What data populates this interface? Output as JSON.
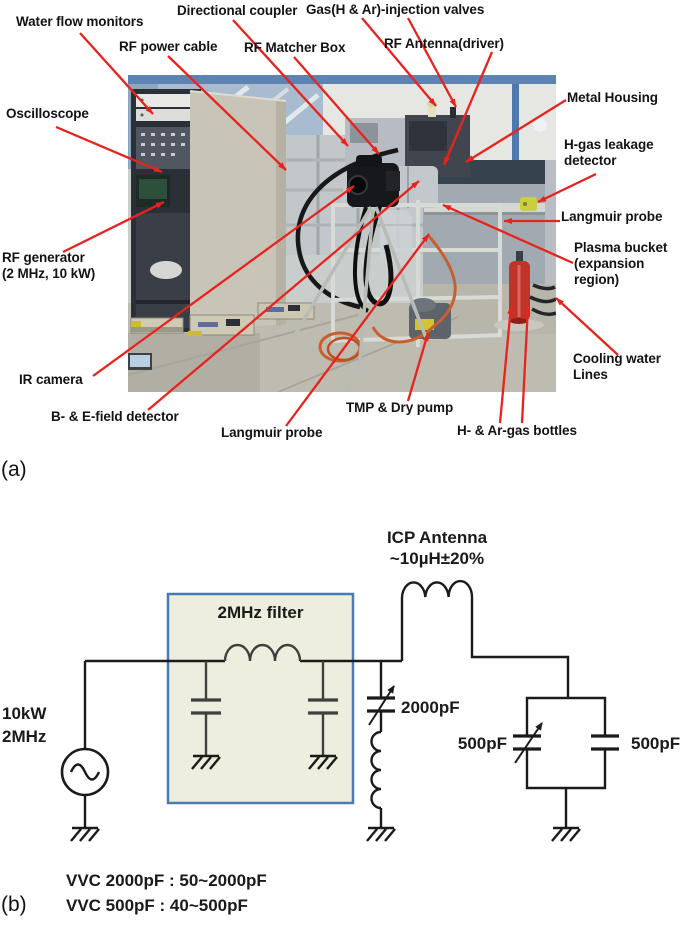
{
  "figure": {
    "panel_a": {
      "marker": "(a)",
      "labels": {
        "water_flow_monitors": "Water flow monitors",
        "directional_coupler": "Directional coupler",
        "gas_injection_valves": "Gas(H & Ar)-injection valves",
        "rf_power_cable": "RF power cable",
        "rf_matcher_box": "RF Matcher Box",
        "rf_antenna_driver": "RF Antenna(driver)",
        "oscilloscope": "Oscilloscope",
        "metal_housing": "Metal Housing",
        "rf_generator": "RF generator\n(2 MHz, 10 kW)",
        "h_gas_leakage_detector": "H-gas leakage\ndetector",
        "langmuir_probe_right": "Langmuir probe",
        "plasma_bucket": "Plasma bucket\n(expansion\n region)",
        "cooling_water_lines": "Cooling water\nLines",
        "ir_camera": "IR camera",
        "b_e_field_detector": "B- & E-field detector",
        "langmuir_probe_bottom": "Langmuir probe",
        "tmp_dry_pump": "TMP & Dry pump",
        "h_ar_gas_bottles": "H- & Ar-gas bottles"
      }
    },
    "panel_b": {
      "marker": "(b)",
      "source_label": "10kW\n2MHz",
      "filter_label": "2MHz filter",
      "antenna_label": "ICP Antenna",
      "antenna_value": "~10µH±20%",
      "vvc1_value": "2000pF",
      "vvc2_value": "500pF",
      "cap_fixed_value": "500pF",
      "notes": "VVC 2000pF : 50~2000pF\nVVC 500pF  : 40~500pF"
    },
    "colors": {
      "annotation_arrow": "#e8231e",
      "label_text": "#131313",
      "filter_box_fill": "#edeedd",
      "filter_box_border": "#4a7bb2",
      "wire": "#1b1b1b"
    }
  }
}
